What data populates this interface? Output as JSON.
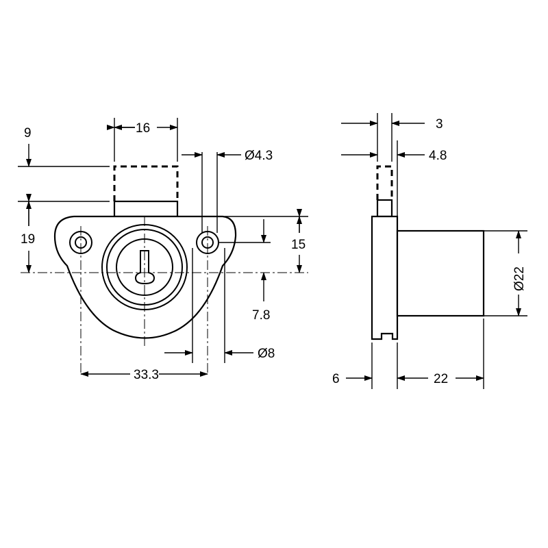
{
  "drawing": {
    "front_view": {
      "dim_bolt_width": "16",
      "dim_bolt_travel": "9",
      "dim_hole_diameter": "Ø4.3",
      "dim_height": "19",
      "dim_hole_offset": "15",
      "dim_center_offset": "7.8",
      "dim_flange_hole": "Ø8",
      "dim_hole_spacing": "33.3"
    },
    "side_view": {
      "dim_bolt_thickness": "3",
      "dim_bolt_offset": "4.8",
      "dim_cylinder_diameter": "Ø22",
      "dim_flange_thickness": "6",
      "dim_cylinder_length": "22"
    }
  }
}
